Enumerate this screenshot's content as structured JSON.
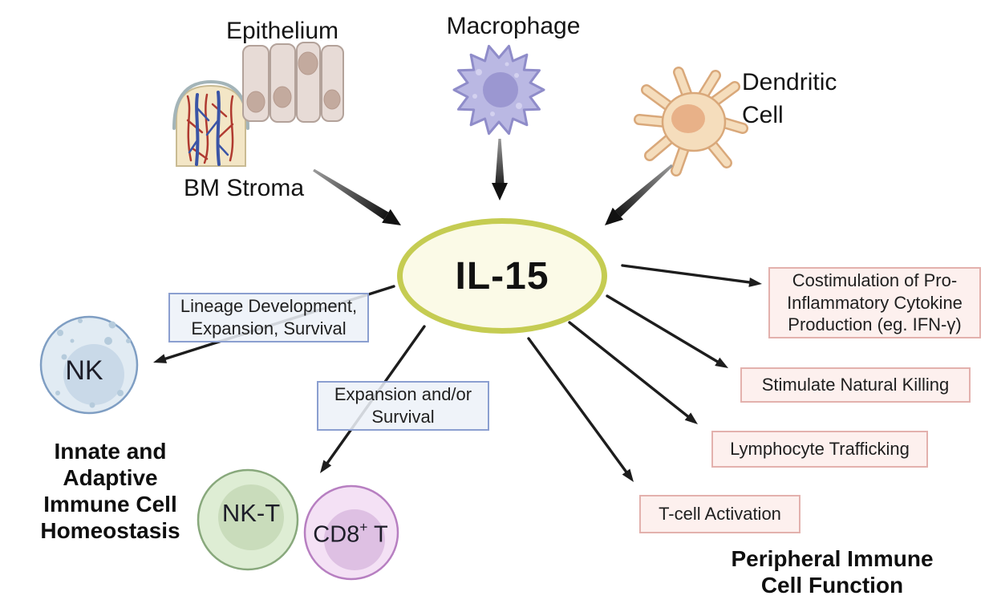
{
  "sources": {
    "epithelium": "Epithelium",
    "bm_stroma": "BM Stroma",
    "macrophage": "Macrophage",
    "dendritic": "Dendritic\nCell"
  },
  "center": {
    "label": "IL-15"
  },
  "process_boxes": {
    "lineage": "Lineage Development,\nExpansion, Survival",
    "expansion": "Expansion and/or\nSurvival"
  },
  "cells": {
    "nk": "NK",
    "nkt": "NK-T",
    "cd8_base": "CD8",
    "cd8_sup": "+",
    "cd8_tail": " T"
  },
  "functions": {
    "costimulation": "Costimulation of Pro-\nInflammatory Cytokine\nProduction (eg. IFN-γ)",
    "natural_killing": "Stimulate Natural Killing",
    "trafficking": "Lymphocyte Trafficking",
    "t_cell": "T-cell Activation"
  },
  "headings": {
    "homeostasis": "Innate and\nAdaptive\nImmune Cell\nHomeostasis",
    "peripheral": "Peripheral Immune\nCell Function"
  },
  "colors": {
    "center_fill": "#fbfae7",
    "center_border": "#c5cc52",
    "process_box_fill": "#edf1f8",
    "process_box_border": "#8b9fd0",
    "function_box_fill": "#fdf0ee",
    "function_box_border": "#e3b1ad",
    "arrow": "#1d1d1d",
    "nk_cell_fill": "#e1ebf3",
    "nkt_cell_fill": "#deedd4",
    "cd8_cell_fill": "#f4e1f5",
    "macrophage_fill": "#bab8e3",
    "dendritic_fill": "#f5ddbc",
    "epithelium_fill": "#e7dbd6",
    "bm_stroma_fill": "#f3e6c6"
  }
}
